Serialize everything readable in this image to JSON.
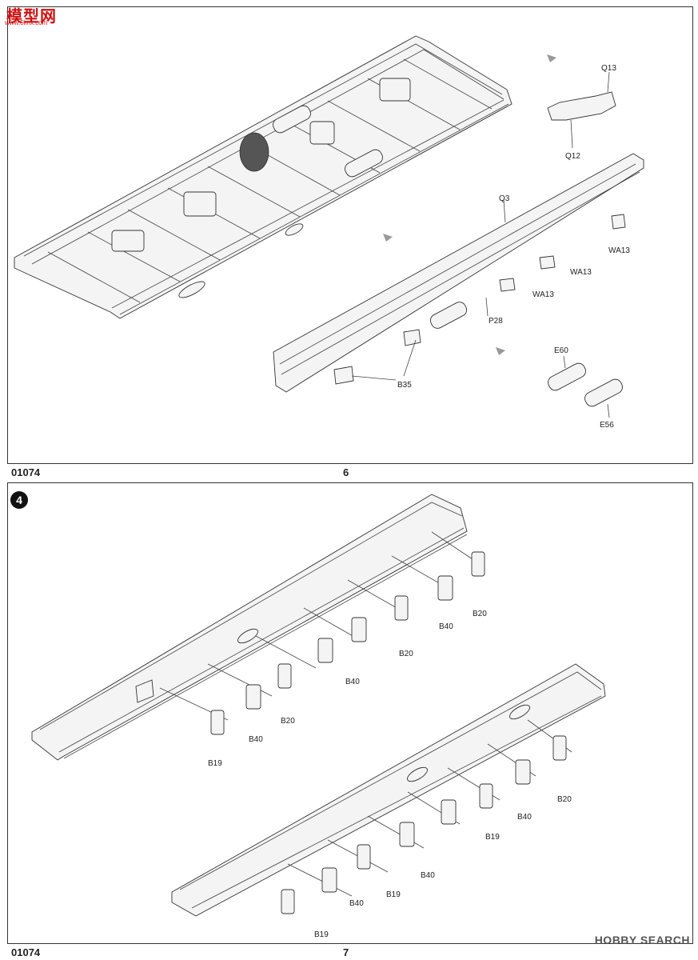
{
  "watermark_top": {
    "main": "模型网",
    "sub": "www.5imx.com"
  },
  "watermark_bottom": {
    "brand": "HOBBY SEARCH"
  },
  "footer_top": {
    "code": "01074",
    "page": "6"
  },
  "footer_bottom": {
    "code": "01074",
    "page": "7"
  },
  "step": {
    "number": "4"
  },
  "top_labels": {
    "q13": "Q13",
    "q12": "Q12",
    "q3": "Q3",
    "wa13_a": "WA13",
    "wa13_b": "WA13",
    "wa13_c": "WA13",
    "p28": "P28",
    "b35": "B35",
    "e60": "E60",
    "e56": "E56"
  },
  "bottom_labels": {
    "b20_a": "B20",
    "b40_a": "B40",
    "b20_b": "B20",
    "b40_b": "B40",
    "b20_c": "B20",
    "b40_c": "B40",
    "b19_a": "B19",
    "b20_d": "B20",
    "b40_d": "B40",
    "b19_b": "B19",
    "b40_e": "B40",
    "b19_c": "B19",
    "b40_f": "B40",
    "b19_d": "B19"
  }
}
